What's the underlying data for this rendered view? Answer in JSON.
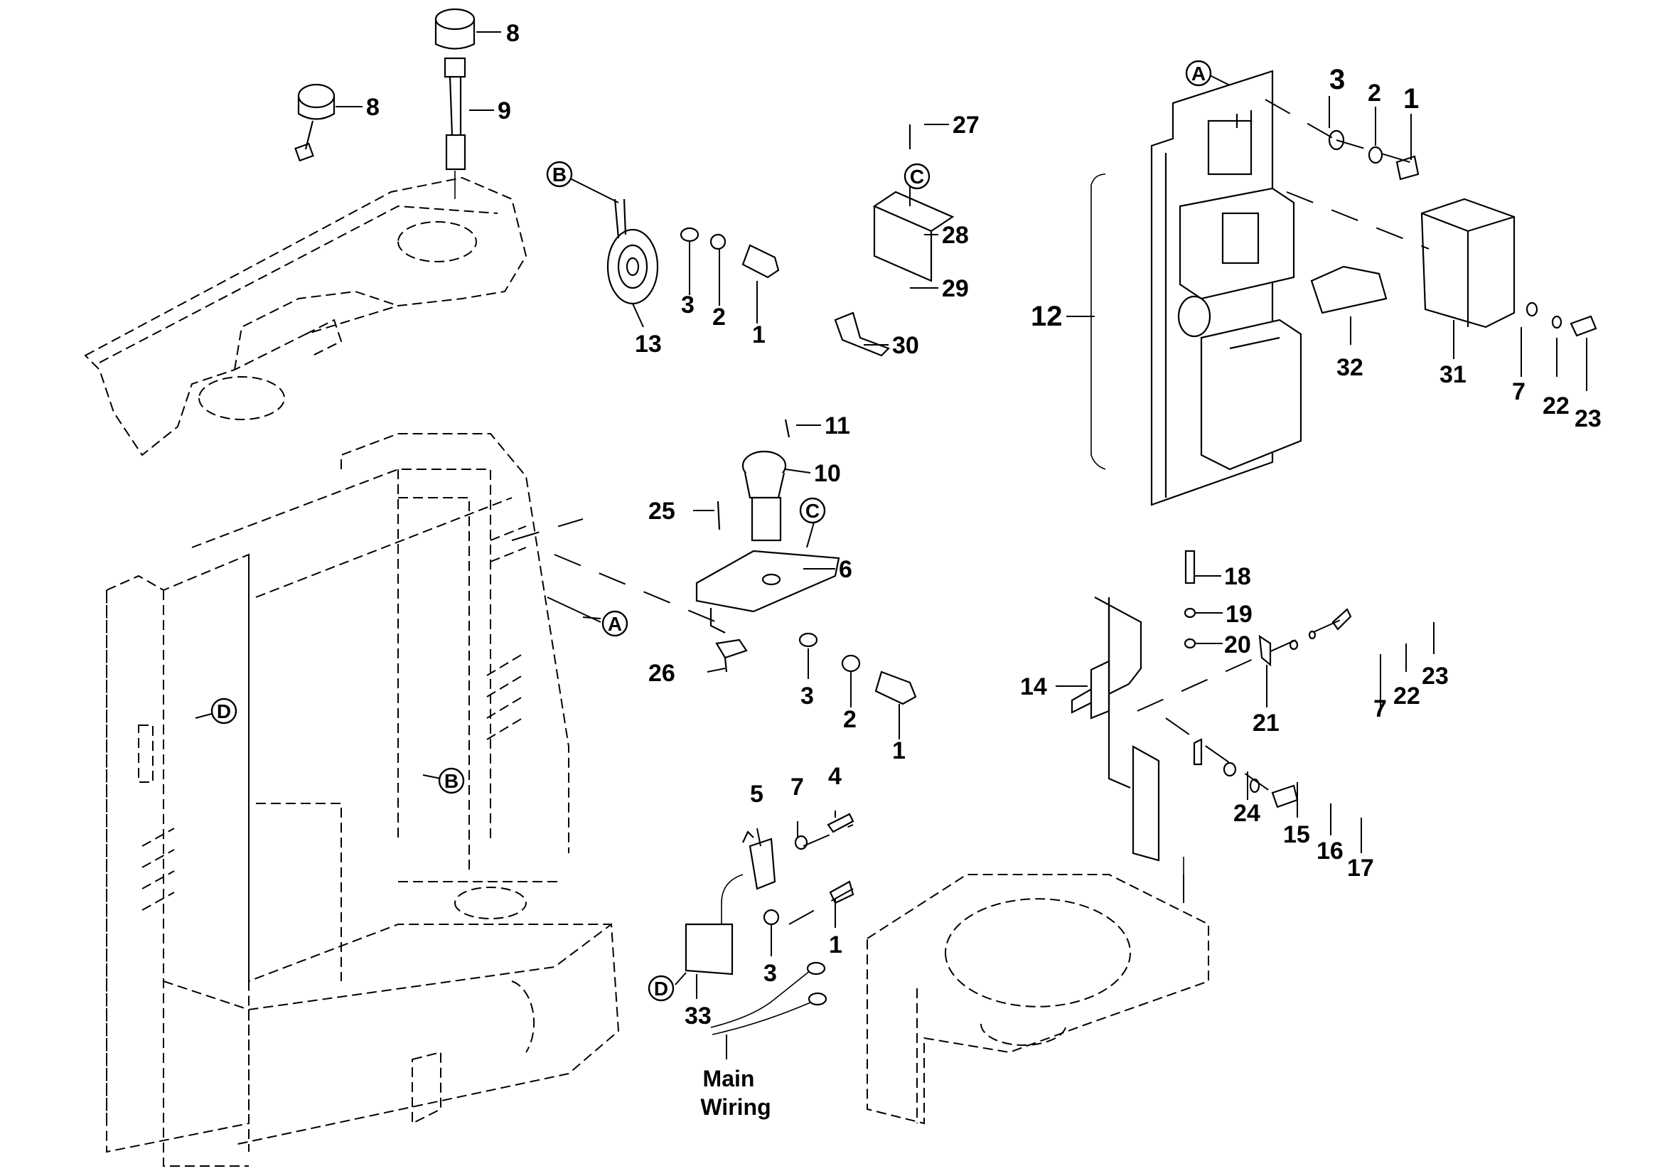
{
  "diagram": {
    "type": "exploded-parts-view",
    "reference_markers": [
      "A",
      "B",
      "C",
      "D"
    ],
    "callouts": [
      {
        "id": "c8a",
        "label": "8"
      },
      {
        "id": "c8b",
        "label": "8"
      },
      {
        "id": "c9",
        "label": "9"
      },
      {
        "id": "c13",
        "label": "13"
      },
      {
        "id": "c3a",
        "label": "3"
      },
      {
        "id": "c2a",
        "label": "2"
      },
      {
        "id": "c1a",
        "label": "1"
      },
      {
        "id": "c27",
        "label": "27"
      },
      {
        "id": "c28",
        "label": "28"
      },
      {
        "id": "c29",
        "label": "29"
      },
      {
        "id": "c30",
        "label": "30"
      },
      {
        "id": "c11",
        "label": "11"
      },
      {
        "id": "c10",
        "label": "10"
      },
      {
        "id": "c25",
        "label": "25"
      },
      {
        "id": "c6",
        "label": "6"
      },
      {
        "id": "c26",
        "label": "26"
      },
      {
        "id": "c3b",
        "label": "3"
      },
      {
        "id": "c2b",
        "label": "2"
      },
      {
        "id": "c1b",
        "label": "1"
      },
      {
        "id": "c5",
        "label": "5"
      },
      {
        "id": "c7a",
        "label": "7"
      },
      {
        "id": "c4",
        "label": "4"
      },
      {
        "id": "c1c",
        "label": "1"
      },
      {
        "id": "c3c",
        "label": "3"
      },
      {
        "id": "c33",
        "label": "33"
      },
      {
        "id": "c3d",
        "label": "3"
      },
      {
        "id": "c2d",
        "label": "2"
      },
      {
        "id": "c1d",
        "label": "1"
      },
      {
        "id": "c12",
        "label": "12"
      },
      {
        "id": "c32",
        "label": "32"
      },
      {
        "id": "c31",
        "label": "31"
      },
      {
        "id": "c7b",
        "label": "7"
      },
      {
        "id": "c22a",
        "label": "22"
      },
      {
        "id": "c23a",
        "label": "23"
      },
      {
        "id": "c18",
        "label": "18"
      },
      {
        "id": "c19",
        "label": "19"
      },
      {
        "id": "c20",
        "label": "20"
      },
      {
        "id": "c14",
        "label": "14"
      },
      {
        "id": "c21",
        "label": "21"
      },
      {
        "id": "c7c",
        "label": "7"
      },
      {
        "id": "c22b",
        "label": "22"
      },
      {
        "id": "c23b",
        "label": "23"
      },
      {
        "id": "c24",
        "label": "24"
      },
      {
        "id": "c15",
        "label": "15"
      },
      {
        "id": "c16",
        "label": "16"
      },
      {
        "id": "c17",
        "label": "17"
      }
    ],
    "notes": {
      "main_wiring_line1": "Main",
      "main_wiring_line2": "Wiring"
    }
  }
}
